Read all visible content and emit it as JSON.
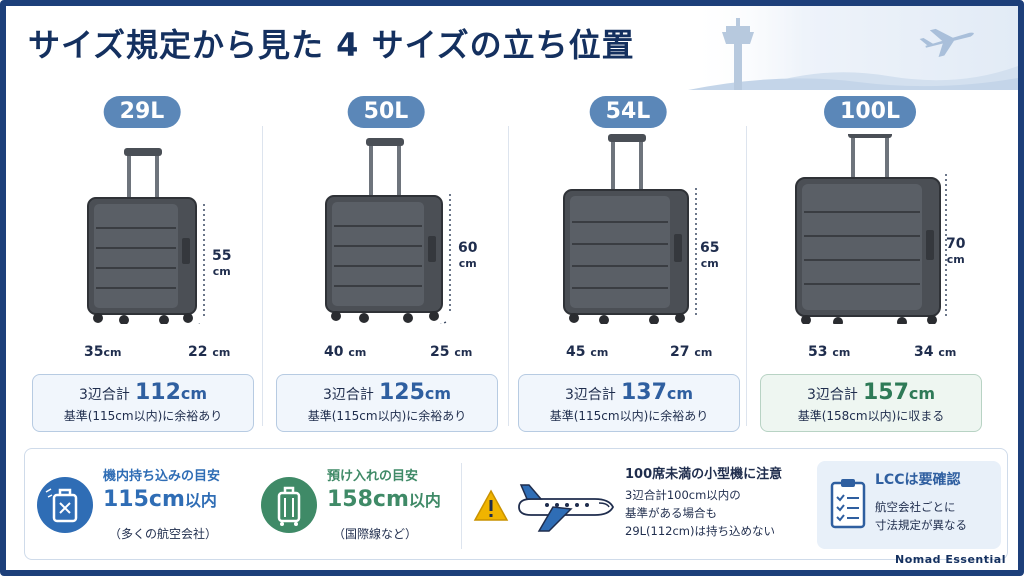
{
  "title": "サイズ規定から見た 4 サイズの立ち位置",
  "suitcases": [
    {
      "label": "29L",
      "height": "55",
      "height_unit": "cm",
      "width": "35",
      "depth": "22",
      "unit": "cm",
      "total_label": "3辺合計",
      "total_value": "112",
      "total_unit": "cm",
      "note": "基準(115cm以内)に余裕あり",
      "status_color": "#2f5fa0"
    },
    {
      "label": "50L",
      "height": "60",
      "height_unit": "cm",
      "width": "40",
      "depth": "25",
      "unit": "cm",
      "total_label": "3辺合計",
      "total_value": "125",
      "total_unit": "cm",
      "note": "基準(115cm以内)に余裕あり",
      "status_color": "#2f5fa0"
    },
    {
      "label": "54L",
      "height": "65",
      "height_unit": "cm",
      "width": "45",
      "depth": "27",
      "unit": "cm",
      "total_label": "3辺合計",
      "total_value": "137",
      "total_unit": "cm",
      "note": "基準(115cm以内)に余裕あり",
      "status_color": "#2f5fa0"
    },
    {
      "label": "100L",
      "height": "70",
      "height_unit": "cm",
      "width": "53",
      "depth": "34",
      "unit": "cm",
      "total_label": "3辺合計",
      "total_value": "157",
      "total_unit": "cm",
      "note": "基準(158cm以内)に収まる",
      "status_color": "#2e7a57"
    }
  ],
  "carry_on": {
    "title": "機内持ち込みの目安",
    "value": "115cm",
    "suffix": "以内",
    "sub": "（多くの航空会社）",
    "icon": "carry-on-suitcase-icon",
    "color": "#2f6db5"
  },
  "checked": {
    "title": "預け入れの目安",
    "value": "158cm",
    "suffix": "以内",
    "sub": "（国際線など）",
    "icon": "checked-suitcase-icon",
    "color": "#3f8a67"
  },
  "warning": {
    "title": "100席未満の小型機に注意",
    "lines": [
      "3辺合計100cm以内の",
      "基準がある場合も",
      "29L(112cm)は持ち込めない"
    ],
    "icon": "warning-icon"
  },
  "lcc": {
    "title": "LCCは要確認",
    "lines": [
      "航空会社ごとに",
      "寸法規定が異なる"
    ],
    "icon": "clipboard-checklist-icon"
  },
  "brand": "Nomad Essential",
  "colors": {
    "frame": "#1d3f7a",
    "title": "#14305f",
    "pill": "#5b87b8",
    "blue_text": "#2f5fa0",
    "green_text": "#2e7a57"
  }
}
